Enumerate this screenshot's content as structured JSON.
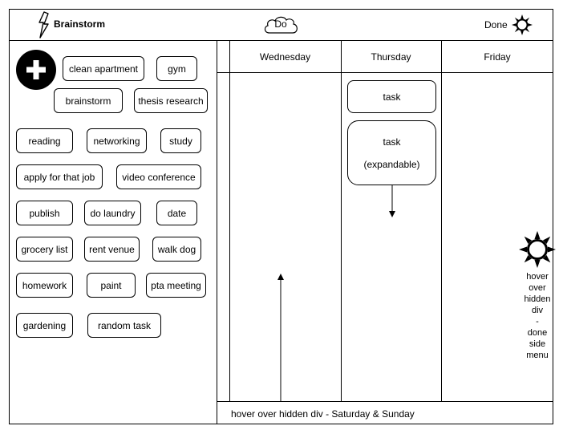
{
  "header": {
    "brand": "Brainstorm",
    "do_label": "Do",
    "done_label": "Done"
  },
  "brainstorm": {
    "add_icon": "plus-circle-icon",
    "items": [
      "clean apartment",
      "gym",
      "brainstorm",
      "thesis research",
      "reading",
      "networking",
      "study",
      "apply for that job",
      "video conference",
      "publish",
      "do laundry",
      "date",
      "grocery list",
      "rent venue",
      "walk dog",
      "homework",
      "paint",
      "pta meeting",
      "gardening",
      "random task"
    ]
  },
  "board": {
    "days": [
      "Wednesday",
      "Thursday",
      "Friday"
    ],
    "task_1": "task",
    "task_2_line1": "task",
    "task_2_line2": "(expandable)",
    "side_menu_lines": [
      "hover",
      "over",
      "hidden",
      "div",
      "-",
      "done",
      "side",
      "menu"
    ],
    "footer": "hover over hidden div - Saturday & Sunday"
  },
  "icons": {
    "brand": "lightning-bolt-icon",
    "do": "cloud-icon",
    "done": "sun-icon"
  }
}
